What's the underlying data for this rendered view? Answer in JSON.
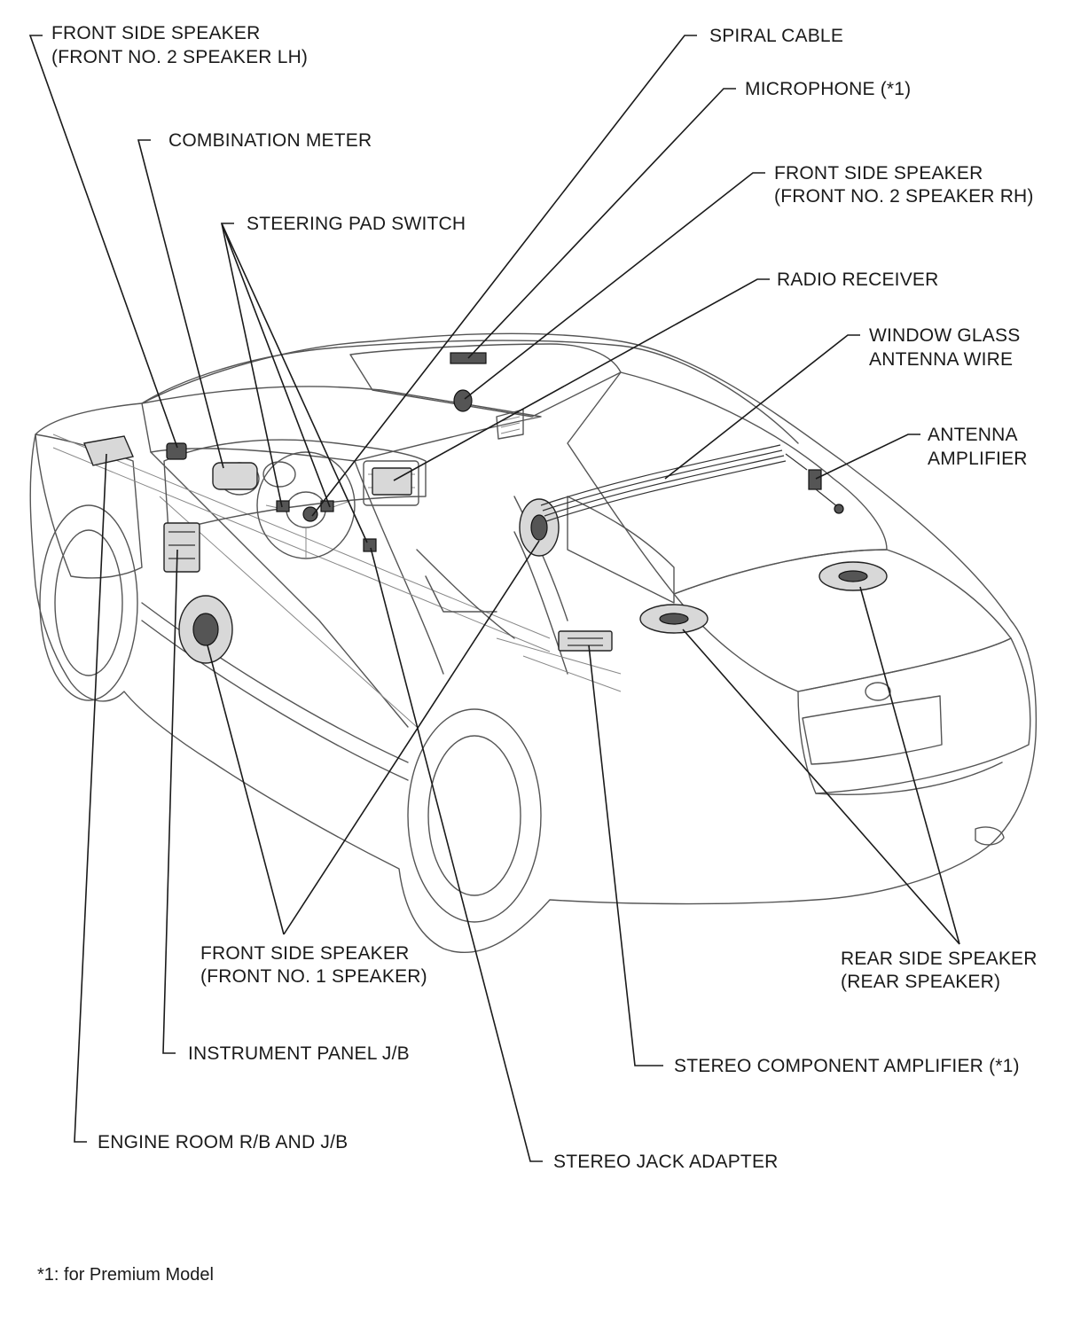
{
  "labels": {
    "front_side_speaker_lh": [
      "FRONT SIDE SPEAKER",
      "(FRONT NO. 2 SPEAKER LH)"
    ],
    "combination_meter": "COMBINATION METER",
    "steering_pad_switch": "STEERING PAD SWITCH",
    "spiral_cable": "SPIRAL CABLE",
    "microphone": "MICROPHONE (*1)",
    "front_side_speaker_rh": [
      "FRONT SIDE SPEAKER",
      "(FRONT NO. 2 SPEAKER RH)"
    ],
    "radio_receiver": "RADIO RECEIVER",
    "window_glass_antenna_wire": [
      "WINDOW GLASS",
      "ANTENNA WIRE"
    ],
    "antenna_amplifier": [
      "ANTENNA",
      "AMPLIFIER"
    ],
    "front_side_speaker_no1": [
      "FRONT SIDE SPEAKER",
      "(FRONT NO. 1 SPEAKER)"
    ],
    "rear_side_speaker": [
      "REAR SIDE SPEAKER",
      "(REAR SPEAKER)"
    ],
    "instrument_panel_jb": "INSTRUMENT PANEL J/B",
    "stereo_component_amplifier": "STEREO COMPONENT AMPLIFIER (*1)",
    "engine_room_rb_jb": "ENGINE ROOM R/B AND J/B",
    "stereo_jack_adapter": "STEREO JACK ADAPTER"
  },
  "footnote": "*1: for Premium Model"
}
